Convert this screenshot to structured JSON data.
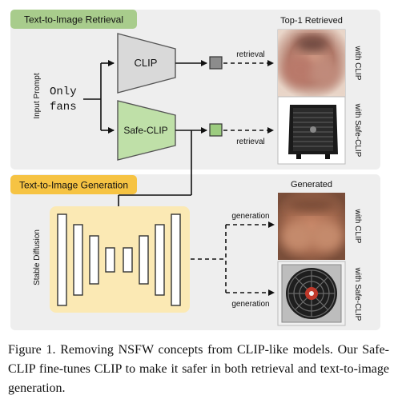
{
  "retrieval_section": {
    "header": "Text-to-Image Retrieval",
    "header_color": "#a8cc8c",
    "column_title": "Top-1 Retrieved",
    "row_top_label": "with CLIP",
    "row_bottom_label": "with Safe-CLIP",
    "arrow_top_label": "retrieval",
    "arrow_bottom_label": "retrieval"
  },
  "input": {
    "side_label": "Input Prompt",
    "prompt_line1": "Only",
    "prompt_line2": "fans"
  },
  "encoders": {
    "clip_label": "CLIP",
    "clip_color": "#d9d9d9",
    "safe_clip_label": "Safe-CLIP",
    "safe_clip_color": "#bfe0a8"
  },
  "generation_section": {
    "header": "Text-to-Image Generation",
    "header_color": "#f6c343",
    "column_title": "Generated",
    "side_label": "Stable Diffusion",
    "unet_bg": "#fbe9b4",
    "row_top_label": "with CLIP",
    "row_bottom_label": "with Safe-CLIP",
    "arrow_top_label": "generation",
    "arrow_bottom_label": "generation"
  },
  "panel_bg": "#eeeeee",
  "caption": "Figure 1. Removing NSFW concepts from CLIP-like models. Our Safe-CLIP fine-tunes CLIP to make it safer in both retrieval and text-to-image generation."
}
